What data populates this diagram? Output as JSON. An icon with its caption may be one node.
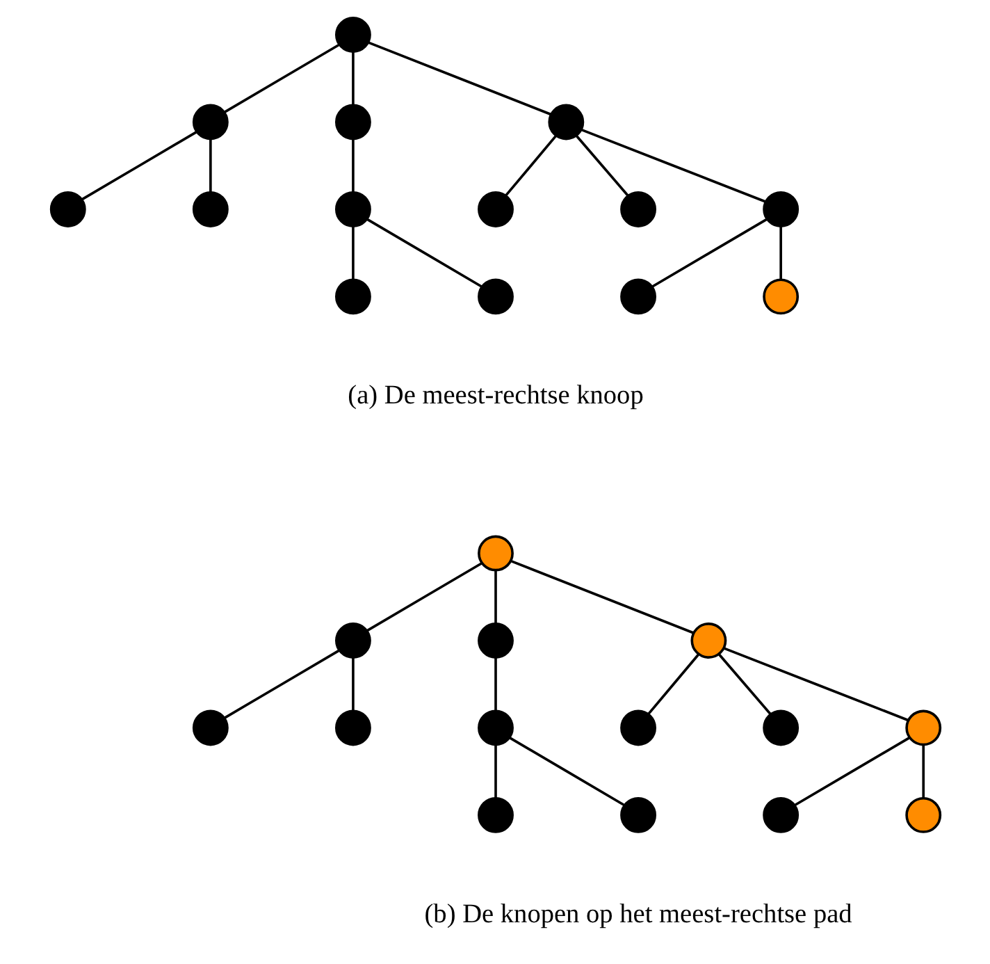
{
  "diagram": {
    "nodes": [
      {
        "text": [],
        "shape": "circle"
      },
      {
        "text": [],
        "shape": "circle"
      },
      {
        "text": [],
        "shape": "circle"
      },
      {
        "text": [],
        "shape": "circle"
      },
      {
        "text": [],
        "shape": "circle"
      },
      {
        "text": [],
        "shape": "circle"
      },
      {
        "text": [],
        "shape": "circle"
      },
      {
        "text": [],
        "shape": "circle"
      },
      {
        "text": [],
        "shape": "circle"
      },
      {
        "text": [],
        "shape": "circle"
      },
      {
        "text": [],
        "shape": "circle"
      },
      {
        "text": [],
        "shape": "circle"
      },
      {
        "text": [],
        "shape": "circle"
      },
      {
        "text": [],
        "shape": "circle"
      },
      {
        "text": [],
        "shape": "circle"
      },
      {
        "text": [],
        "shape": "circle"
      },
      {
        "text": [],
        "shape": "circle"
      },
      {
        "text": [],
        "shape": "circle"
      },
      {
        "text": [],
        "shape": "circle"
      },
      {
        "text": [],
        "shape": "circle"
      },
      {
        "text": [],
        "shape": "circle"
      },
      {
        "text": [],
        "shape": "circle"
      },
      {
        "text": [],
        "shape": "circle"
      },
      {
        "text": [],
        "shape": "circle"
      },
      {
        "text": [],
        "shape": "circle"
      },
      {
        "text": [],
        "shape": "circle"
      },
      {
        "text": [],
        "shape": "circle"
      },
      {
        "text": [],
        "shape": "circle"
      }
    ],
    "edges": [
      {
        "from": 0,
        "to": 1,
        "arrow": "none"
      },
      {
        "from": 0,
        "to": 2,
        "arrow": "none"
      },
      {
        "from": 0,
        "to": 3,
        "arrow": "none"
      },
      {
        "from": 1,
        "to": 4,
        "arrow": "none"
      },
      {
        "from": 1,
        "to": 5,
        "arrow": "none"
      },
      {
        "from": 2,
        "to": 6,
        "arrow": "none"
      },
      {
        "from": 3,
        "to": 7,
        "arrow": "none"
      },
      {
        "from": 3,
        "to": 8,
        "arrow": "none"
      },
      {
        "from": 3,
        "to": 9,
        "arrow": "none"
      },
      {
        "from": 6,
        "to": 10,
        "arrow": "none"
      },
      {
        "from": 6,
        "to": 11,
        "arrow": "none"
      },
      {
        "from": 9,
        "to": 12,
        "arrow": "none"
      },
      {
        "from": 9,
        "to": 13,
        "arrow": "none"
      },
      {
        "from": 14,
        "to": 15,
        "arrow": "none"
      },
      {
        "from": 14,
        "to": 16,
        "arrow": "none"
      },
      {
        "from": 14,
        "to": 17,
        "arrow": "none"
      },
      {
        "from": 15,
        "to": 18,
        "arrow": "none"
      },
      {
        "from": 15,
        "to": 19,
        "arrow": "none"
      },
      {
        "from": 16,
        "to": 20,
        "arrow": "none"
      },
      {
        "from": 17,
        "to": 21,
        "arrow": "none"
      },
      {
        "from": 17,
        "to": 22,
        "arrow": "none"
      },
      {
        "from": 17,
        "to": 23,
        "arrow": "none"
      },
      {
        "from": 20,
        "to": 24,
        "arrow": "none"
      },
      {
        "from": 20,
        "to": 25,
        "arrow": "none"
      },
      {
        "from": 23,
        "to": 26,
        "arrow": "none"
      },
      {
        "from": 23,
        "to": 27,
        "arrow": "none"
      }
    ],
    "labels": [
      "(a) De meest-rechtse knoop",
      "(b) De knopen op het meest-rechtse pad"
    ]
  }
}
